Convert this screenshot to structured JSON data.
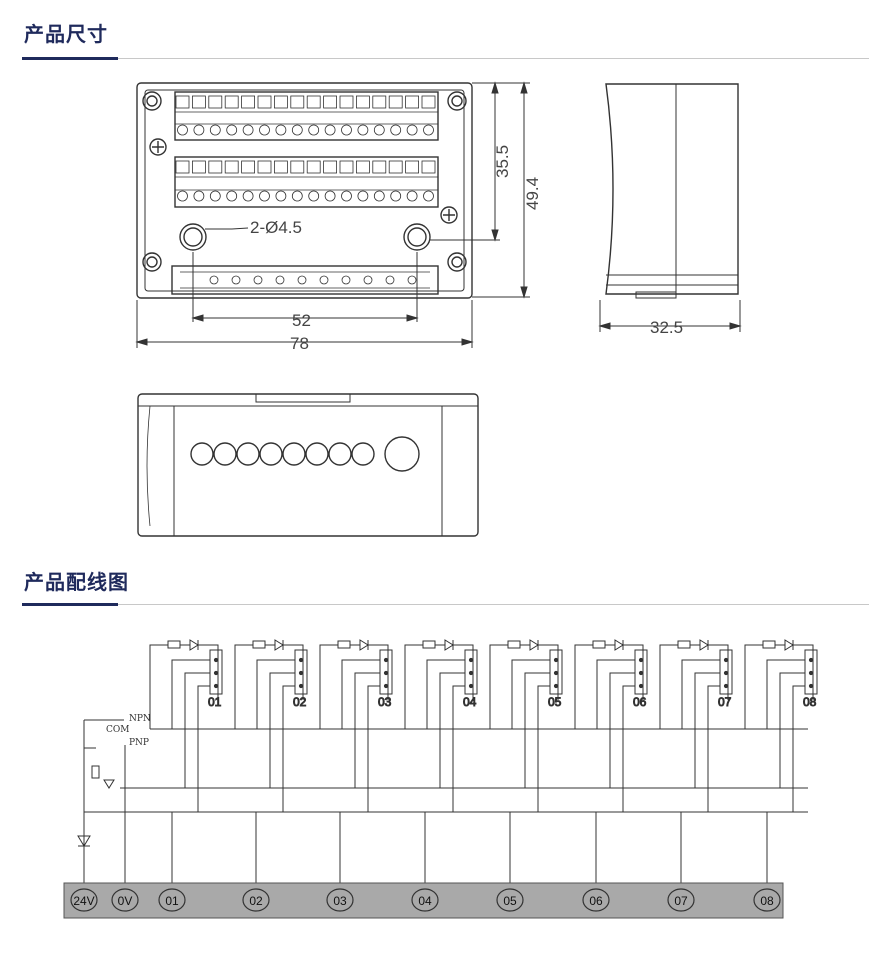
{
  "sections": {
    "size_title": "产品尺寸",
    "wiring_title": "产品配线图"
  },
  "dimensions": {
    "width": "78",
    "hole_spacing": "52",
    "height_inner": "35.5",
    "height_total": "49.4",
    "depth": "32.5",
    "hole_note": "2-Ø4.5"
  },
  "wiring": {
    "npn_label": "NPN",
    "com_label": "COM",
    "pnp_label": "PNP",
    "channels": [
      "01",
      "02",
      "03",
      "04",
      "05",
      "06",
      "07",
      "08"
    ],
    "terminals": [
      "24V",
      "0V",
      "01",
      "02",
      "03",
      "04",
      "05",
      "06",
      "07",
      "08"
    ]
  },
  "colors": {
    "title": "#1f2a5c",
    "terminal_bar": "#a9a9a9"
  }
}
